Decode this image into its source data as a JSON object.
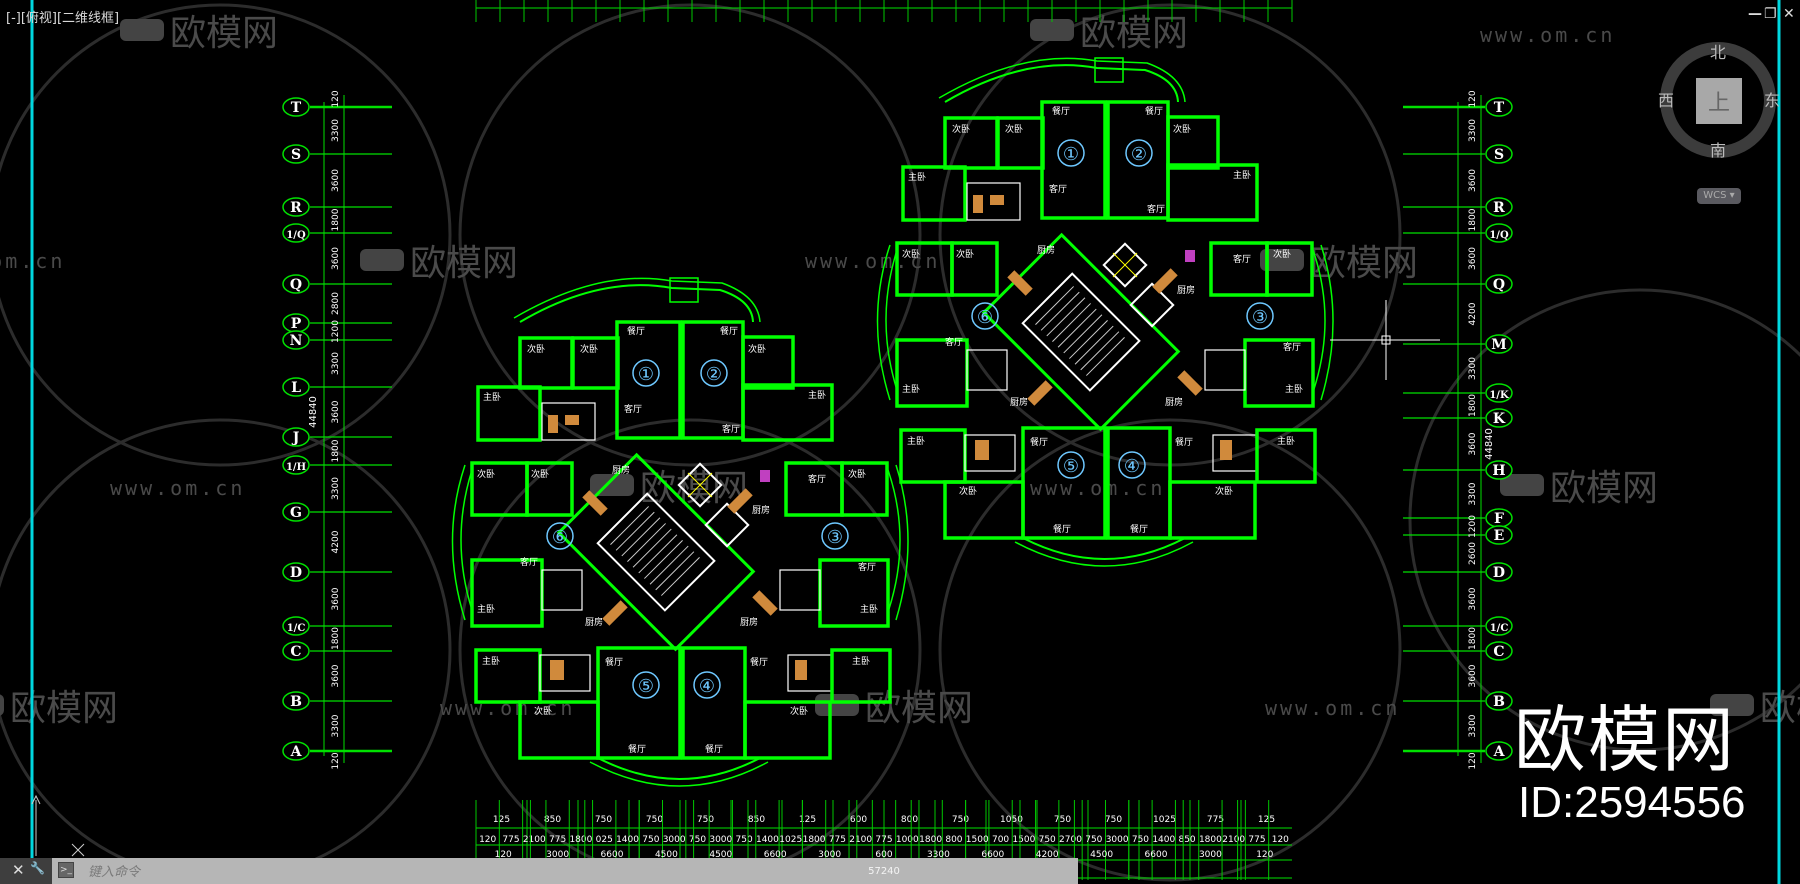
{
  "viewport": {
    "label": "[-][俯视][二维线框]"
  },
  "window_controls": {
    "minimize": "—",
    "restore": "❐",
    "close": "✕"
  },
  "viewcube": {
    "north": "北",
    "south": "南",
    "east": "东",
    "west": "西",
    "face": "上",
    "wcs": "WCS"
  },
  "command": {
    "placeholder": "键入命令",
    "close": "✕",
    "settings": "🔧",
    "prompt": ">_"
  },
  "watermark": {
    "brand": "欧模网",
    "url": "www.om.cn",
    "id": "ID:2594556"
  },
  "colors": {
    "background": "#000000",
    "wall": "#00ff00",
    "dim": "#00e000",
    "unit_number": "#6ec8ff",
    "fixture": "#d08a3c",
    "viewport_edge": "#00d8e0"
  },
  "axes": {
    "left": {
      "labels": [
        "T",
        "S",
        "R",
        "1/Q",
        "Q",
        "P",
        "N",
        "L",
        "J",
        "1/H",
        "G",
        "D",
        "1/C",
        "C",
        "B",
        "A"
      ],
      "dims": [
        "120",
        "3300",
        "3600",
        "1800",
        "3600",
        "2800",
        "1200",
        "3300",
        "3600",
        "1800",
        "3300",
        "4200",
        "3600",
        "1800",
        "3600",
        "3300",
        "120"
      ],
      "total": "44840"
    },
    "right": {
      "labels": [
        "T",
        "S",
        "R",
        "1/Q",
        "Q",
        "M",
        "1/K",
        "K",
        "H",
        "F",
        "E",
        "D",
        "1/C",
        "C",
        "B",
        "A"
      ],
      "dims": [
        "120",
        "3300",
        "3600",
        "1800",
        "3600",
        "4200",
        "3300",
        "1800",
        "3600",
        "3300",
        "1200",
        "2600",
        "3600",
        "1800",
        "3600",
        "3300",
        "120"
      ],
      "total": "44840"
    }
  },
  "bottom_dims": {
    "upper": [
      "125",
      "850",
      "750",
      "750",
      "750",
      "850",
      "125",
      "600",
      "800",
      "750",
      "1050",
      "750",
      "750",
      "1025",
      "775",
      "125"
    ],
    "detail": [
      "120",
      "775",
      "2100",
      "775",
      "1800",
      "025",
      "1400",
      "750",
      "3000",
      "750",
      "3000",
      "750",
      "1400",
      "1025",
      "1800",
      "775",
      "2100",
      "775",
      "1000",
      "1800",
      "800",
      "1500",
      "700",
      "1500",
      "750",
      "2700",
      "750",
      "3000",
      "750",
      "1400",
      "850",
      "1800",
      "2100",
      "775",
      "120"
    ],
    "axis": [
      "120",
      "3000",
      "6600",
      "4500",
      "4500",
      "6600",
      "3000",
      "600",
      "3300",
      "6600",
      "4200",
      "4500",
      "6600",
      "3000",
      "120"
    ],
    "total": "57240"
  },
  "rooms": {
    "bedroom": "次卧",
    "master": "主卧",
    "living": "客厅",
    "dining": "餐厅",
    "kitchen": "厨房"
  },
  "units": [
    "①",
    "②",
    "③",
    "④",
    "⑤",
    "⑥"
  ]
}
